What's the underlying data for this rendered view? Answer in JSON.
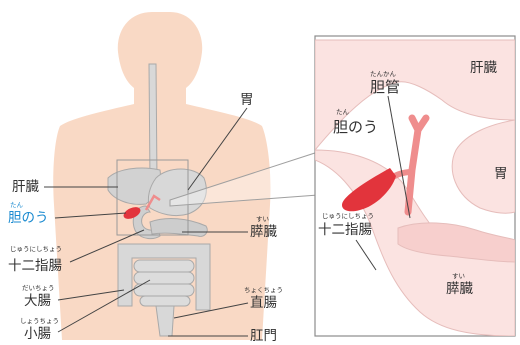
{
  "colors": {
    "skin": "#f9d9c5",
    "organ_gray": "#d8d8d8",
    "organ_gray_stroke": "#a9a9a9",
    "gallbladder": "#e2343c",
    "duct_pink": "#ef8d8d",
    "zoom_bg": "#fbe3e1",
    "zoom_organ": "#f7cfcd",
    "label_text": "#333333",
    "highlight_text": "#1a8ad0"
  },
  "labels": {
    "stomach": "胃",
    "liver": "肝臓",
    "gallbladder": "胆のう",
    "gallbladder_furigana": "たん",
    "pancreas": "膵臓",
    "pancreas_furigana": "すい",
    "duodenum": "十二指腸",
    "duodenum_furigana": "じゅうにしちょう",
    "large_intestine": "大腸",
    "large_intestine_furigana": "だいちょう",
    "small_intestine": "小腸",
    "small_intestine_furigana": "しょうちょう",
    "rectum": "直腸",
    "rectum_furigana": "ちょくちょう",
    "anus": "肛門"
  },
  "zoom_labels": {
    "liver": "肝臓",
    "bile_duct": "胆管",
    "bile_duct_furigana": "たんかん",
    "gallbladder": "胆のう",
    "gallbladder_furigana": "たん",
    "stomach": "胃",
    "duodenum": "十二指腸",
    "duodenum_furigana": "じゅうにしちょう",
    "pancreas": "膵臓",
    "pancreas_furigana": "すい"
  }
}
